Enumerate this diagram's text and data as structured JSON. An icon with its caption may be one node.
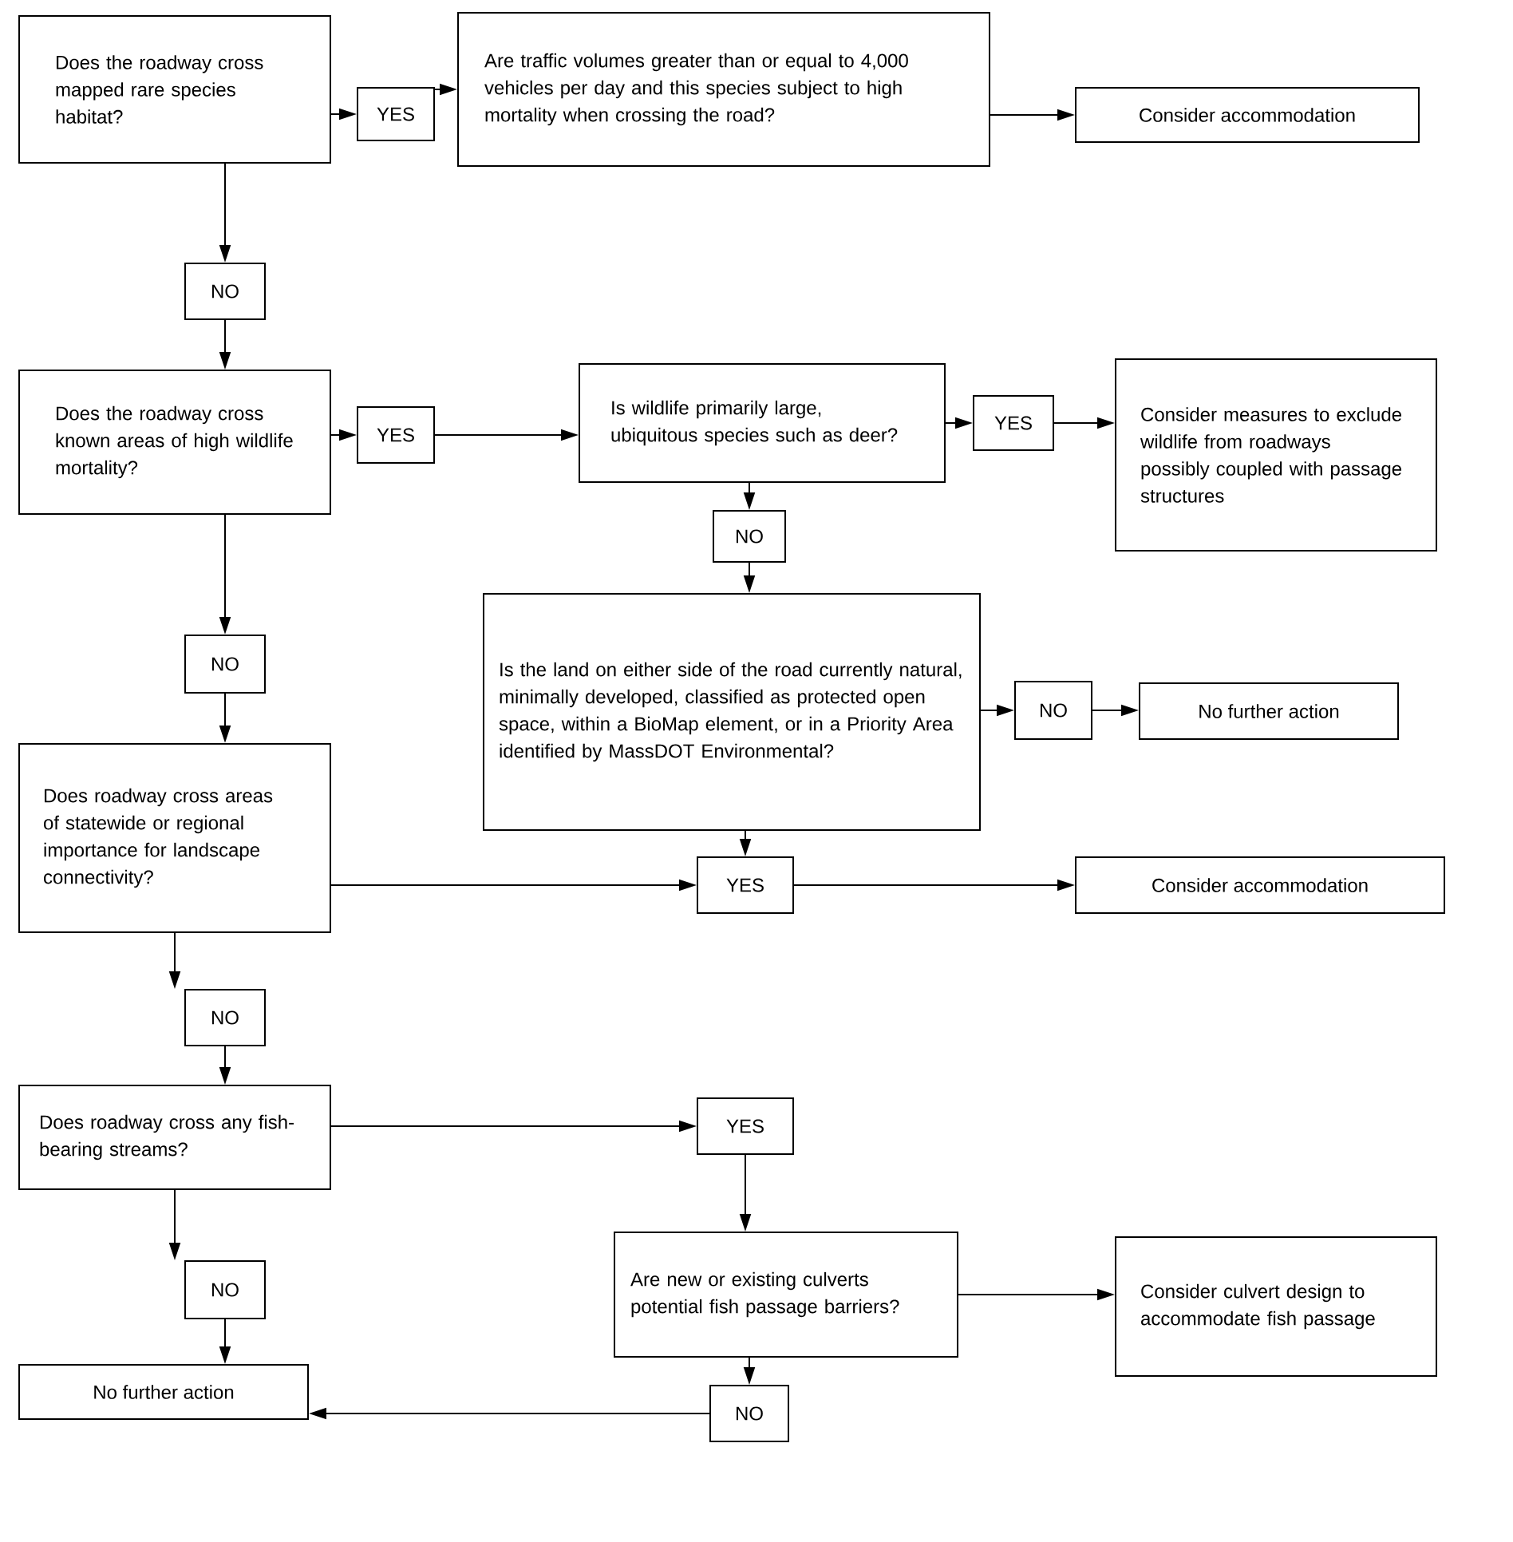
{
  "diagram": {
    "nodes": [
      {
        "text": [
          "Does the roadway cross mapped rare species habitat?"
        ]
      },
      {
        "text": [
          "YES"
        ]
      },
      {
        "text": [
          "Are traffic volumes greater than or equal to 4,000 vehicles per day and this species subject to high mortality when crossing the road?"
        ]
      },
      {
        "text": [
          "Consider accommodation"
        ]
      },
      {
        "text": [
          "NO"
        ]
      },
      {
        "text": [
          "Does the roadway cross known areas of high wildlife mortality?"
        ]
      },
      {
        "text": [
          "YES"
        ]
      },
      {
        "text": [
          "Is wildlife primarily large, ubiquitous species such as deer?"
        ]
      },
      {
        "text": [
          "YES"
        ]
      },
      {
        "text": [
          "Consider measures to exclude wildlife from roadways possibly coupled with passage structures"
        ]
      },
      {
        "text": [
          "NO"
        ]
      },
      {
        "text": [
          "Is the land on either side of the road currently natural, minimally developed, classified as protected open space, within a BioMap element, or in a Priority Area identified by MassDOT Environmental?"
        ]
      },
      {
        "text": [
          "NO"
        ]
      },
      {
        "text": [
          "No further action"
        ]
      },
      {
        "text": [
          "NO"
        ]
      },
      {
        "text": [
          "Does roadway cross areas of statewide or regional importance for landscape connectivity?"
        ]
      },
      {
        "text": [
          "YES"
        ]
      },
      {
        "text": [
          "Consider accommodation"
        ]
      },
      {
        "text": [
          "NO"
        ]
      },
      {
        "text": [
          "Does roadway cross any fish-bearing streams?"
        ]
      },
      {
        "text": [
          "YES"
        ]
      },
      {
        "text": [
          "Are new or existing culverts potential fish passage barriers?"
        ]
      },
      {
        "text": [
          "Consider culvert design to accommodate fish passage"
        ]
      },
      {
        "text": [
          "NO"
        ]
      },
      {
        "text": [
          "NO"
        ]
      },
      {
        "text": [
          "No further action"
        ]
      }
    ],
    "edges": [
      {
        "from": 0,
        "to": 1,
        "arrow": "to"
      },
      {
        "from": 1,
        "to": 2,
        "arrow": "to"
      },
      {
        "from": 2,
        "to": 3,
        "arrow": "to"
      },
      {
        "from": 0,
        "to": 4,
        "arrow": "to"
      },
      {
        "from": 4,
        "to": 5,
        "arrow": "to"
      },
      {
        "from": 5,
        "to": 6,
        "arrow": "to"
      },
      {
        "from": 6,
        "to": 7,
        "arrow": "to"
      },
      {
        "from": 7,
        "to": 8,
        "arrow": "to"
      },
      {
        "from": 8,
        "to": 9,
        "arrow": "to"
      },
      {
        "from": 7,
        "to": 10,
        "arrow": "to"
      },
      {
        "from": 10,
        "to": 11,
        "arrow": "to"
      },
      {
        "from": 11,
        "to": 12,
        "arrow": "to"
      },
      {
        "from": 12,
        "to": 13,
        "arrow": "to"
      },
      {
        "from": 5,
        "to": 14,
        "arrow": "to"
      },
      {
        "from": 14,
        "to": 15,
        "arrow": "to"
      },
      {
        "from": 15,
        "to": 16,
        "arrow": "to"
      },
      {
        "from": 11,
        "to": 16,
        "arrow": "to"
      },
      {
        "from": 16,
        "to": 17,
        "arrow": "to"
      },
      {
        "from": 15,
        "to": 18,
        "arrow": "to"
      },
      {
        "from": 18,
        "to": 19,
        "arrow": "to"
      },
      {
        "from": 19,
        "to": 20,
        "arrow": "to"
      },
      {
        "from": 20,
        "to": 21,
        "arrow": "to"
      },
      {
        "from": 21,
        "to": 22,
        "arrow": "to"
      },
      {
        "from": 21,
        "to": 24,
        "arrow": "to"
      },
      {
        "from": 24,
        "to": 25,
        "arrow": "to"
      },
      {
        "from": 19,
        "to": 23,
        "arrow": "to"
      },
      {
        "from": 23,
        "to": 25,
        "arrow": "to"
      }
    ]
  }
}
